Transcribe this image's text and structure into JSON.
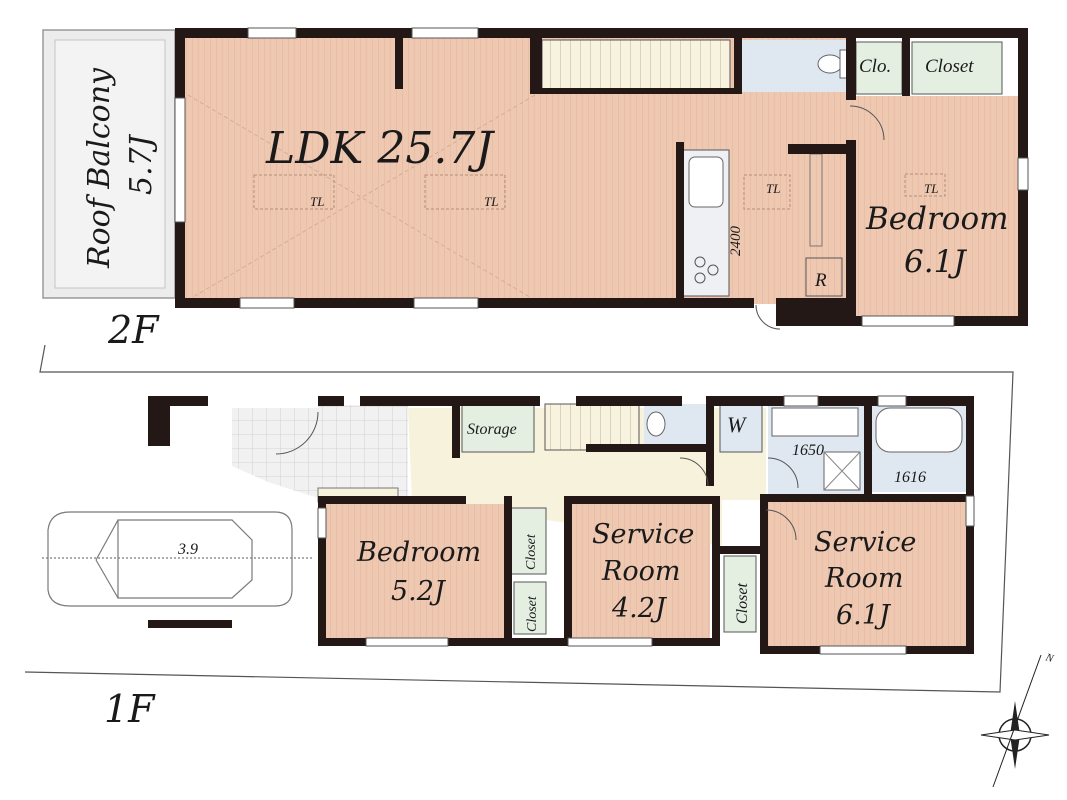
{
  "floor2": {
    "floor_label": "2F",
    "ldk": {
      "name": "LDK",
      "size": "25.7J"
    },
    "roof_balcony": {
      "name": "Roof Balcony",
      "size": "5.7J"
    },
    "bedroom": {
      "name": "Bedroom",
      "size": "6.1J"
    },
    "closet_small": "Clo.",
    "closet": "Closet",
    "tl": "TL",
    "ceiling_height": "2400",
    "refrigerator": "R"
  },
  "floor1": {
    "floor_label": "1F",
    "storage": "Storage",
    "washer": "W",
    "bath_size": "1616",
    "washroom_width": "1650",
    "bedroom": {
      "name": "Bedroom",
      "size": "5.2J"
    },
    "service_room_a": {
      "line1": "Service",
      "line2": "Room",
      "size": "4.2J"
    },
    "service_room_b": {
      "line1": "Service",
      "line2": "Room",
      "size": "6.1J"
    },
    "closet": "Closet",
    "parking_width": "3.9"
  },
  "compass": {
    "north": "N"
  },
  "colors": {
    "room_floor": "#efc8b2",
    "wall": "#231815",
    "wet_area": "#dfe7f1",
    "hall": "#f6f2dc",
    "closet": "#e4efe2",
    "tile": "#ededed"
  }
}
